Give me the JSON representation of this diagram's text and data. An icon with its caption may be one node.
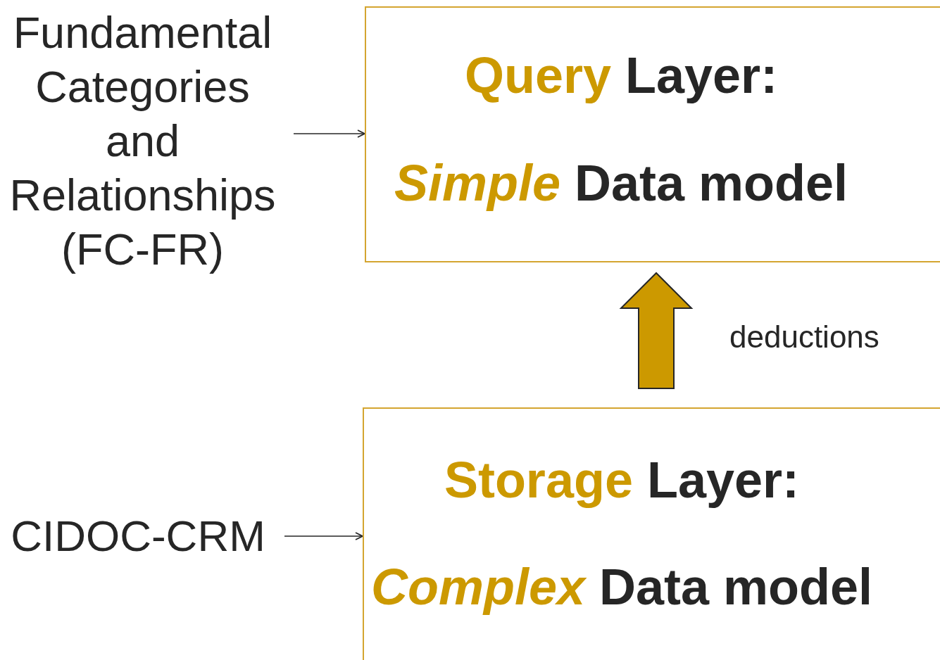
{
  "diagram": {
    "nodes": [
      {
        "text": [
          "Fundamental Categories and Relationships (FC-FR)"
        ]
      },
      {
        "text": [
          "Query",
          "Layer:",
          "Simple",
          "Data model"
        ]
      },
      {
        "text": [
          "CIDOC-CRM"
        ]
      },
      {
        "text": [
          "Storage",
          "Layer:",
          "Complex",
          "Data model"
        ]
      }
    ],
    "edges": [
      {
        "from": 0,
        "to": 1,
        "arrow": "to"
      },
      {
        "from": 2,
        "to": 3,
        "arrow": "to"
      },
      {
        "from": 3,
        "to": 1,
        "arrow": "to",
        "label": "deductions",
        "style": "thick",
        "color": "#cc9900"
      }
    ]
  }
}
